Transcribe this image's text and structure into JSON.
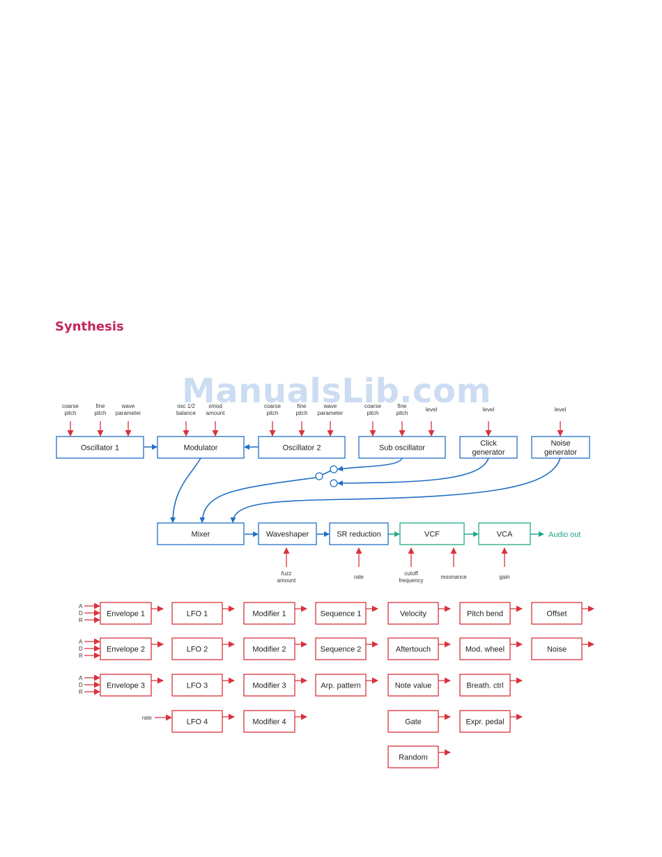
{
  "heading": "Synthesis",
  "watermark": "ManualsLib.com",
  "signal_path": {
    "top_row": [
      "Oscillator 1",
      "Modulator",
      "Oscillator 2",
      "Sub oscillator",
      "Click\ngenerator",
      "Noise\ngenerator"
    ],
    "bottom_row": [
      "Mixer",
      "Waveshaper",
      "SR reduction",
      "VCF",
      "VCA"
    ],
    "audio_out": "Audio out",
    "params": {
      "osc1": [
        "coarse\npitch",
        "fine\npitch",
        "wave\nparameter"
      ],
      "modulator": [
        "osc 1/2\nbalance",
        "xmod\namount"
      ],
      "osc2": [
        "coarse\npitch",
        "fine\npitch",
        "wave\nparameter"
      ],
      "sub": [
        "coarse\npitch",
        "fine\npitch",
        "level"
      ],
      "click": [
        "level"
      ],
      "noise": [
        "level"
      ],
      "waveshaper": [
        "fuzz\namount"
      ],
      "sr": [
        "rate"
      ],
      "vcf": [
        "cutoff\nfrequency",
        "resonance"
      ],
      "vca": [
        "gain"
      ]
    }
  },
  "mod_sources": {
    "envelopes": [
      "Envelope 1",
      "Envelope 2",
      "Envelope 3"
    ],
    "adr_labels": [
      "A",
      "D",
      "R"
    ],
    "lfos": [
      "LFO 1",
      "LFO 2",
      "LFO 3",
      "LFO 4"
    ],
    "lfo4_input": "rate",
    "modifiers": [
      "Modifier 1",
      "Modifier 2",
      "Modifier 3",
      "Modifier 4"
    ],
    "sequences": [
      "Sequence 1",
      "Sequence 2",
      "Arp. pattern"
    ],
    "note_sources": [
      "Velocity",
      "Aftertouch",
      "Note value",
      "Gate",
      "Random"
    ],
    "controllers": [
      "Pitch bend",
      "Mod. wheel",
      "Breath. ctrl",
      "Expr. pedal"
    ],
    "misc": [
      "Offset",
      "Noise"
    ]
  },
  "colors": {
    "heading": "#c4265b",
    "signal_blue": "#1f6fc5",
    "signal_green": "#22a98a",
    "modulation_red": "#d8323c"
  }
}
